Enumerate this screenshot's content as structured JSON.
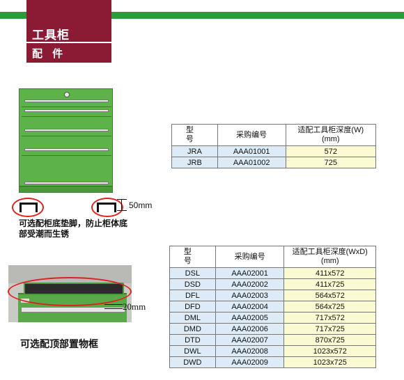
{
  "header": {
    "title": "工具柜",
    "subtitle": "配 件",
    "accent_color": "#8b1b34",
    "bar_color": "#2e9a3a"
  },
  "feet_section": {
    "dimension_label": "50mm",
    "caption": "可选配柜底垫脚，防止柜体底部受潮而生锈"
  },
  "tray_section": {
    "dimension_label": "20mm",
    "caption": "可选配顶部置物框"
  },
  "table1": {
    "headers": [
      "型 号",
      "采购编号",
      "适配工具柜深度(W)",
      "(mm)"
    ],
    "rows": [
      [
        "JRA",
        "AAA01001",
        "572"
      ],
      [
        "JRB",
        "AAA01002",
        "725"
      ]
    ]
  },
  "table2": {
    "headers": [
      "型 号",
      "采购编号",
      "适配工具柜深度(WxD)",
      "(mm)"
    ],
    "rows": [
      [
        "DSL",
        "AAA02001",
        "411x572"
      ],
      [
        "DSD",
        "AAA02002",
        "411x725"
      ],
      [
        "DFL",
        "AAA02003",
        "564x572"
      ],
      [
        "DFD",
        "AAA02004",
        "564x725"
      ],
      [
        "DML",
        "AAA02005",
        "717x572"
      ],
      [
        "DMD",
        "AAA02006",
        "717x725"
      ],
      [
        "DTD",
        "AAA02007",
        "870x725"
      ],
      [
        "DWL",
        "AAA02008",
        "1023x572"
      ],
      [
        "DWD",
        "AAA02009",
        "1023x725"
      ]
    ]
  }
}
